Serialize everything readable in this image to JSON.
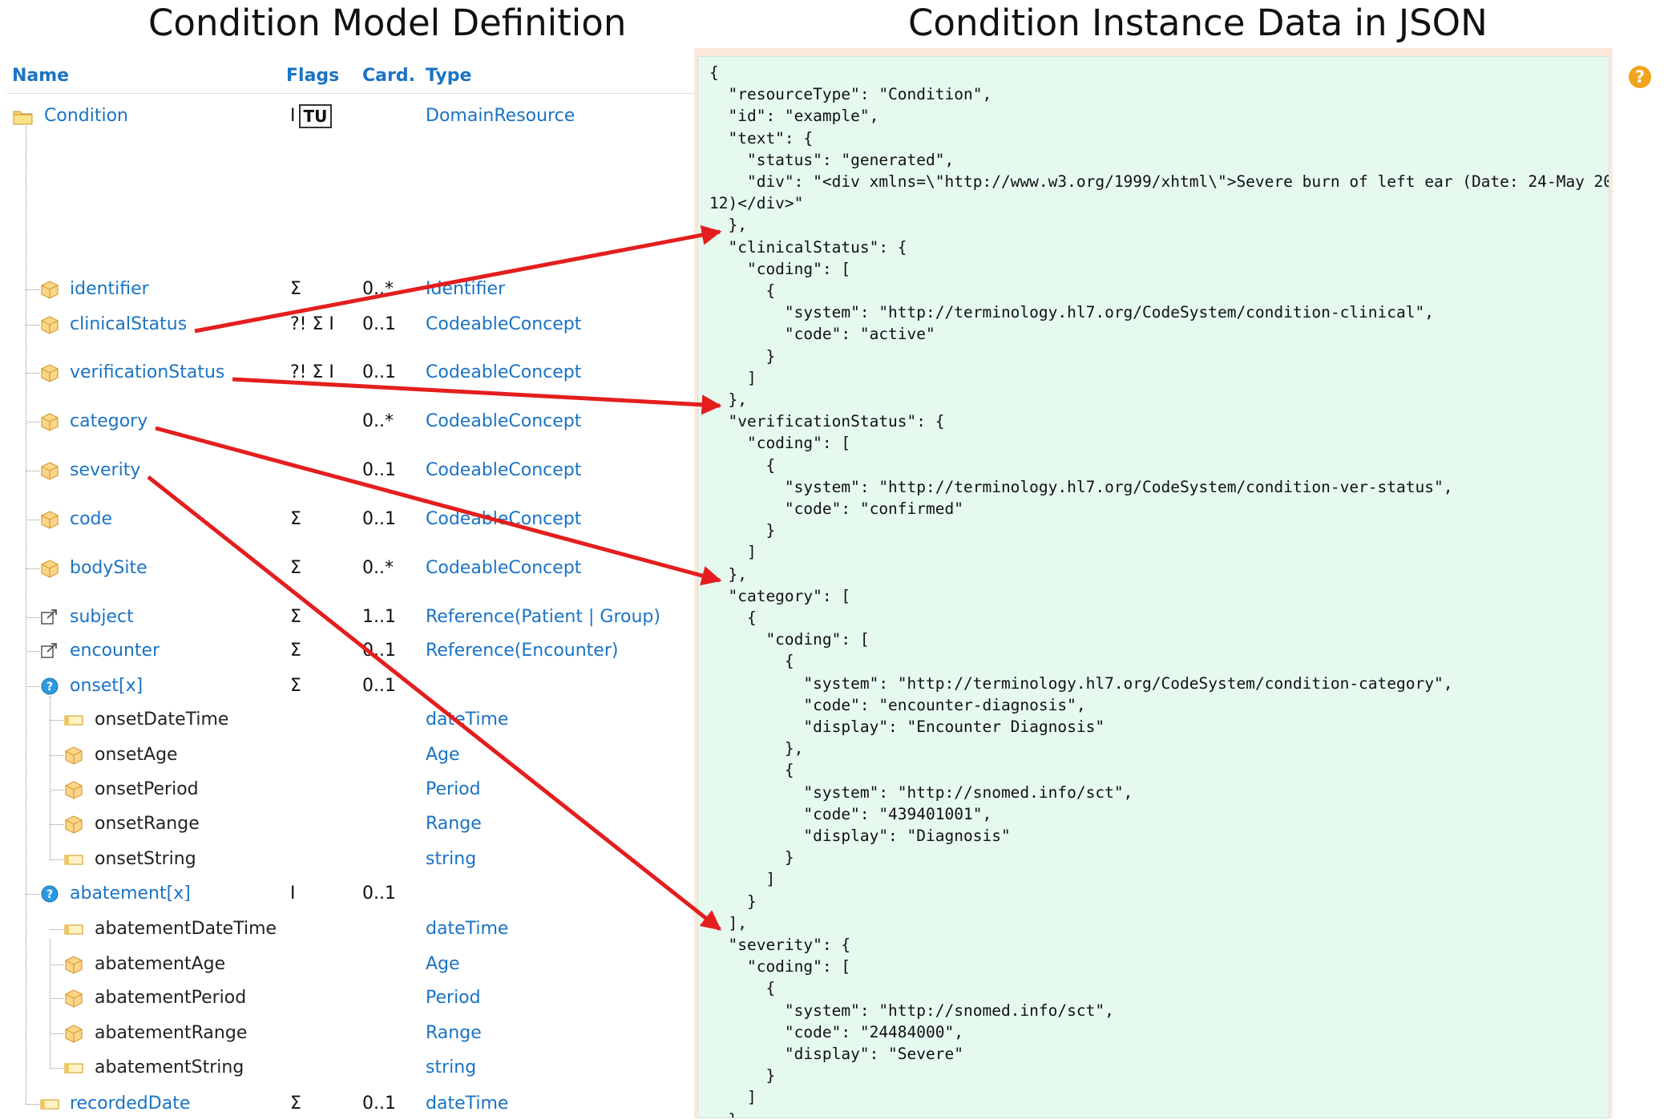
{
  "headings": {
    "left": "Condition Model Definition",
    "right": "Condition Instance Data in JSON"
  },
  "table": {
    "columns": {
      "name": "Name",
      "flags": "Flags",
      "card": "Card.",
      "type": "Type"
    },
    "rows": [
      {
        "id": "condition",
        "name": "Condition",
        "icon": "folder",
        "level": 0,
        "link": true,
        "flags": "I",
        "flags_box": "TU",
        "card": "",
        "type": [
          {
            "t": "DomainResource",
            "link": true
          }
        ]
      },
      {
        "id": "identifier",
        "name": "identifier",
        "icon": "cube",
        "level": 1,
        "link": true,
        "flags": "Σ",
        "card": "0..*",
        "type": [
          {
            "t": "Identifier",
            "link": true
          }
        ]
      },
      {
        "id": "clinicalStatus",
        "name": "clinicalStatus",
        "icon": "cube",
        "level": 1,
        "link": true,
        "flags": "?! Σ I",
        "card": "0..1",
        "type": [
          {
            "t": "CodeableConcept",
            "link": true
          }
        ]
      },
      {
        "id": "verificationStatus",
        "name": "verificationStatus",
        "icon": "cube",
        "level": 1,
        "link": true,
        "flags": "?! Σ I",
        "card": "0..1",
        "type": [
          {
            "t": "CodeableConcept",
            "link": true
          }
        ]
      },
      {
        "id": "category",
        "name": "category",
        "icon": "cube",
        "level": 1,
        "link": true,
        "flags": "",
        "card": "0..*",
        "type": [
          {
            "t": "CodeableConcept",
            "link": true
          }
        ]
      },
      {
        "id": "severity",
        "name": "severity",
        "icon": "cube",
        "level": 1,
        "link": true,
        "flags": "",
        "card": "0..1",
        "type": [
          {
            "t": "CodeableConcept",
            "link": true
          }
        ]
      },
      {
        "id": "code",
        "name": "code",
        "icon": "cube",
        "level": 1,
        "link": true,
        "flags": "Σ",
        "card": "0..1",
        "type": [
          {
            "t": "CodeableConcept",
            "link": true
          }
        ]
      },
      {
        "id": "bodySite",
        "name": "bodySite",
        "icon": "cube",
        "level": 1,
        "link": true,
        "flags": "Σ",
        "card": "0..*",
        "type": [
          {
            "t": "CodeableConcept",
            "link": true
          }
        ]
      },
      {
        "id": "subject",
        "name": "subject",
        "icon": "reference",
        "level": 1,
        "link": true,
        "flags": "Σ",
        "card": "1..1",
        "type": [
          {
            "t": "Reference(",
            "link": true
          },
          {
            "t": "Patient",
            "link": true
          },
          {
            "t": " | ",
            "link": false
          },
          {
            "t": "Group",
            "link": true
          },
          {
            "t": ")",
            "link": true
          }
        ]
      },
      {
        "id": "encounter",
        "name": "encounter",
        "icon": "reference",
        "level": 1,
        "link": true,
        "flags": "Σ",
        "card": "0..1",
        "type": [
          {
            "t": "Reference(",
            "link": true
          },
          {
            "t": "Encounter",
            "link": true
          },
          {
            "t": ")",
            "link": true
          }
        ]
      },
      {
        "id": "onset",
        "name": "onset[x]",
        "icon": "choice",
        "level": 1,
        "link": true,
        "flags": "Σ",
        "card": "0..1",
        "type": []
      },
      {
        "id": "onsetDateTime",
        "name": "onsetDateTime",
        "icon": "primitive",
        "level": 2,
        "link": false,
        "flags": "",
        "card": "",
        "type": [
          {
            "t": "dateTime",
            "link": true
          }
        ]
      },
      {
        "id": "onsetAge",
        "name": "onsetAge",
        "icon": "cube",
        "level": 2,
        "link": false,
        "flags": "",
        "card": "",
        "type": [
          {
            "t": "Age",
            "link": true
          }
        ]
      },
      {
        "id": "onsetPeriod",
        "name": "onsetPeriod",
        "icon": "cube",
        "level": 2,
        "link": false,
        "flags": "",
        "card": "",
        "type": [
          {
            "t": "Period",
            "link": true
          }
        ]
      },
      {
        "id": "onsetRange",
        "name": "onsetRange",
        "icon": "cube",
        "level": 2,
        "link": false,
        "flags": "",
        "card": "",
        "type": [
          {
            "t": "Range",
            "link": true
          }
        ]
      },
      {
        "id": "onsetString",
        "name": "onsetString",
        "icon": "primitive",
        "level": 2,
        "link": false,
        "flags": "",
        "card": "",
        "type": [
          {
            "t": "string",
            "link": true
          }
        ]
      },
      {
        "id": "abatement",
        "name": "abatement[x]",
        "icon": "choice",
        "level": 1,
        "link": true,
        "flags": "I",
        "card": "0..1",
        "type": []
      },
      {
        "id": "abatementDateTime",
        "name": "abatementDateTime",
        "icon": "primitive",
        "level": 2,
        "link": false,
        "flags": "",
        "card": "",
        "type": [
          {
            "t": "dateTime",
            "link": true
          }
        ]
      },
      {
        "id": "abatementAge",
        "name": "abatementAge",
        "icon": "cube",
        "level": 2,
        "link": false,
        "flags": "",
        "card": "",
        "type": [
          {
            "t": "Age",
            "link": true
          }
        ]
      },
      {
        "id": "abatementPeriod",
        "name": "abatementPeriod",
        "icon": "cube",
        "level": 2,
        "link": false,
        "flags": "",
        "card": "",
        "type": [
          {
            "t": "Period",
            "link": true
          }
        ]
      },
      {
        "id": "abatementRange",
        "name": "abatementRange",
        "icon": "cube",
        "level": 2,
        "link": false,
        "flags": "",
        "card": "",
        "type": [
          {
            "t": "Range",
            "link": true
          }
        ]
      },
      {
        "id": "abatementString",
        "name": "abatementString",
        "icon": "primitive",
        "level": 2,
        "link": false,
        "flags": "",
        "card": "",
        "type": [
          {
            "t": "string",
            "link": true
          }
        ]
      },
      {
        "id": "recordedDate",
        "name": "recordedDate",
        "icon": "primitive",
        "level": 1,
        "link": true,
        "flags": "Σ",
        "card": "0..1",
        "type": [
          {
            "t": "dateTime",
            "link": true
          }
        ]
      }
    ]
  },
  "json_lines": [
    "{",
    "  \"resourceType\": \"Condition\",",
    "  \"id\": \"example\",",
    "  \"text\": {",
    "    \"status\": \"generated\",",
    "    \"div\": \"<div xmlns=\\\"http://www.w3.org/1999/xhtml\\\">Severe burn of left ear (Date: 24-May 20",
    "12)</div>\"",
    "  },",
    "  \"clinicalStatus\": {",
    "    \"coding\": [",
    "      {",
    "        \"system\": \"http://terminology.hl7.org/CodeSystem/condition-clinical\",",
    "        \"code\": \"active\"",
    "      }",
    "    ]",
    "  },",
    "  \"verificationStatus\": {",
    "    \"coding\": [",
    "      {",
    "        \"system\": \"http://terminology.hl7.org/CodeSystem/condition-ver-status\",",
    "        \"code\": \"confirmed\"",
    "      }",
    "    ]",
    "  },",
    "  \"category\": [",
    "    {",
    "      \"coding\": [",
    "        {",
    "          \"system\": \"http://terminology.hl7.org/CodeSystem/condition-category\",",
    "          \"code\": \"encounter-diagnosis\",",
    "          \"display\": \"Encounter Diagnosis\"",
    "        },",
    "        {",
    "          \"system\": \"http://snomed.info/sct\",",
    "          \"code\": \"439401001\",",
    "          \"display\": \"Diagnosis\"",
    "        }",
    "      ]",
    "    }",
    "  ],",
    "  \"severity\": {",
    "    \"coding\": [",
    "      {",
    "        \"system\": \"http://snomed.info/sct\",",
    "        \"code\": \"24484000\",",
    "        \"display\": \"Severe\"",
    "      }",
    "    ]",
    "  },"
  ],
  "mappings": [
    {
      "from": "clinicalStatus",
      "to": "clinicalStatus"
    },
    {
      "from": "verificationStatus",
      "to": "verificationStatus"
    },
    {
      "from": "category",
      "to": "category"
    },
    {
      "from": "severity",
      "to": "severity"
    }
  ],
  "help": {
    "label": "?"
  },
  "colors": {
    "link": "#1a73c4",
    "arrow": "#e41e1e",
    "json_bg": "#e6f9ef",
    "json_frame": "#fde9dc",
    "help": "#f2a31c"
  }
}
